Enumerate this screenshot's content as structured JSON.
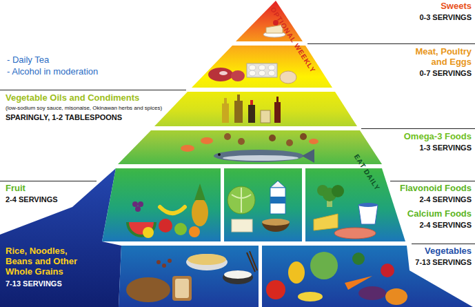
{
  "diagram": {
    "labels": [
      "Sweets",
      "0-3 SERVINGS",
      "OPTIONAL WEEKLY",
      "- Daily Tea",
      "- Alcohol in moderation",
      "Meat, Poultry and Eggs",
      "0-7 SERVINGS",
      "Vegetable Oils and Condiments",
      "(low-sodium soy sauce, misonaise, Okinawan herbs and spices)",
      "SPARINGLY, 1-2 TABLESPOONS",
      "Omega-3 Foods",
      "1-3 SERVINGS",
      "EAT DAILY",
      "Fruit",
      "2-4 SERVINGS",
      "Flavonoid Foods",
      "2-4 SERVINGS",
      "Calcium Foods",
      "2-4 SERVINGS",
      "Rice, Noodles, Beans and Other Whole Grains",
      "7-13 SERVINGS",
      "Vegetables",
      "7-13 SERVINGS"
    ]
  }
}
